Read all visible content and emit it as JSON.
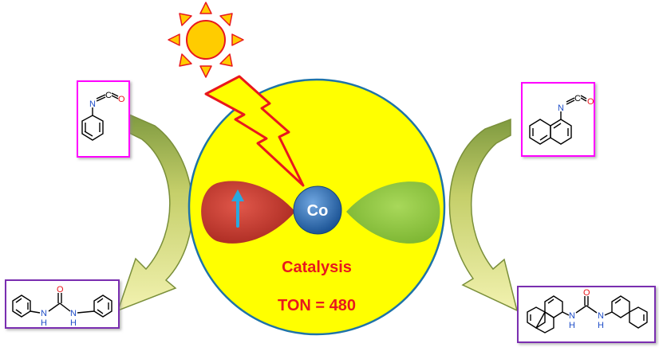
{
  "center": {
    "metal": "Co",
    "title": "Catalysis",
    "metric": "TON = 480"
  },
  "structures": {
    "phenyl_isocyanate": {
      "N": "N",
      "C": "C",
      "O": "O"
    },
    "naphthyl_isocyanate": {
      "N": "N",
      "C": "C",
      "O": "O"
    },
    "diphenyl_urea": {
      "O": "O",
      "NH_left": "N",
      "H_left": "H",
      "NH_right": "N",
      "H_right": "H"
    },
    "dinaphthyl_urea": {
      "O": "O",
      "NH_left": "N",
      "H_left": "H",
      "NH_right": "N",
      "H_right": "H"
    }
  },
  "colors": {
    "sphere": "#ffff00",
    "sphere_border": "#1e73a8",
    "metal": "#2e6fb5",
    "lobe_left": "#c0392b",
    "lobe_right": "#8dc63f",
    "spin_arrow": "#29a8e0",
    "text": "#e8181d",
    "sun": "#ffcc00",
    "bolt": "#ffff00",
    "frame_pink": "#ff00ff",
    "frame_purple": "#7a2db0",
    "arrow_green": "#c8d060"
  }
}
